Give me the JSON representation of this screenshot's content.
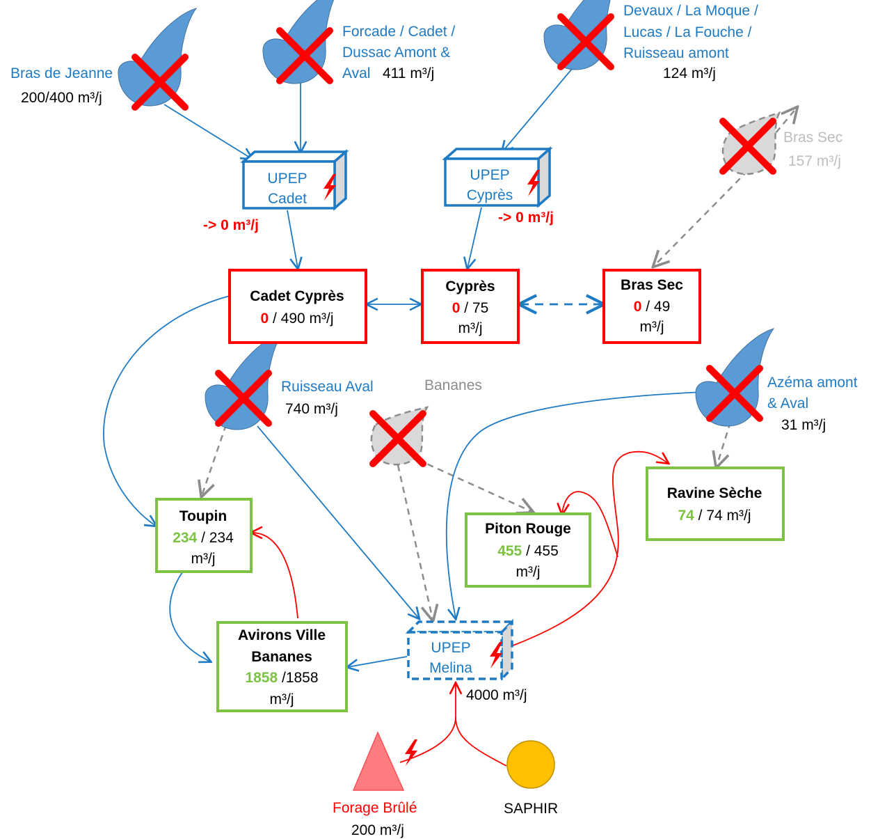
{
  "sources": {
    "bras_de_jeanne": {
      "name": "Bras de Jeanne",
      "flow": "200/400 m³/j"
    },
    "forcade": {
      "line1": "Forcade / Cadet /",
      "line2": "Dussac Amont &",
      "line3": "Aval",
      "flow": "411 m³/j"
    },
    "devaux": {
      "line1": "Devaux / La Moque /",
      "line2": "Lucas / La Fouche /",
      "line3": "Ruisseau amont",
      "flow": "124 m³/j"
    },
    "bras_sec": {
      "name": "Bras Sec",
      "flow": "157 m³/j"
    },
    "ruisseau_aval": {
      "name": "Ruisseau Aval",
      "flow": "740 m³/j"
    },
    "bananes": {
      "name": "Bananes"
    },
    "azema": {
      "line1": "Azéma amont",
      "line2": "& Aval",
      "flow": "31 m³/j"
    },
    "forage_brule": {
      "name": "Forage Brûlé",
      "flow": "200 m³/j"
    },
    "saphir": {
      "name": "SAPHIR"
    }
  },
  "upep": {
    "cadet": {
      "line1": "UPEP",
      "line2": "Cadet",
      "output": "-> 0 m³/j"
    },
    "cypres": {
      "line1": "UPEP",
      "line2": "Cyprès",
      "output": "-> 0 m³/j"
    },
    "melina": {
      "line1": "UPEP",
      "line2": "Melina",
      "capacity": "4000 m³/j"
    }
  },
  "reservoirs": {
    "cadet_cypres": {
      "title": "Cadet Cyprès",
      "current": "0",
      "capacity": " / 490 m³/j"
    },
    "cypres": {
      "title": "Cyprès",
      "current": "0",
      "capacity": " / 75",
      "unit": "m³/j"
    },
    "bras_sec": {
      "title": "Bras Sec",
      "current": "0",
      "capacity": " / 49",
      "unit": "m³/j"
    },
    "toupin": {
      "title": "Toupin",
      "current": "234",
      "capacity": " / 234",
      "unit": "m³/j"
    },
    "piton_rouge": {
      "title": "Piton Rouge",
      "current": "455",
      "capacity": " / 455",
      "unit": "m³/j"
    },
    "ravine_seche": {
      "title": "Ravine Sèche",
      "current": "74",
      "capacity": " / 74 m³/j"
    },
    "avirons": {
      "title1": "Avirons Ville",
      "title2": "Bananes",
      "current": "1858",
      "capacity": " /1858",
      "unit": "m³/j"
    }
  },
  "colors": {
    "water_blue": "#1F7AC4",
    "drop_blue": "#5B9BD5",
    "cut_red": "#FF0000",
    "ok_green": "#7DC242",
    "disabled_grey": "#8C8C8C",
    "saphir_yellow": "#FFC000",
    "forage_pink": "#FF7C80"
  }
}
